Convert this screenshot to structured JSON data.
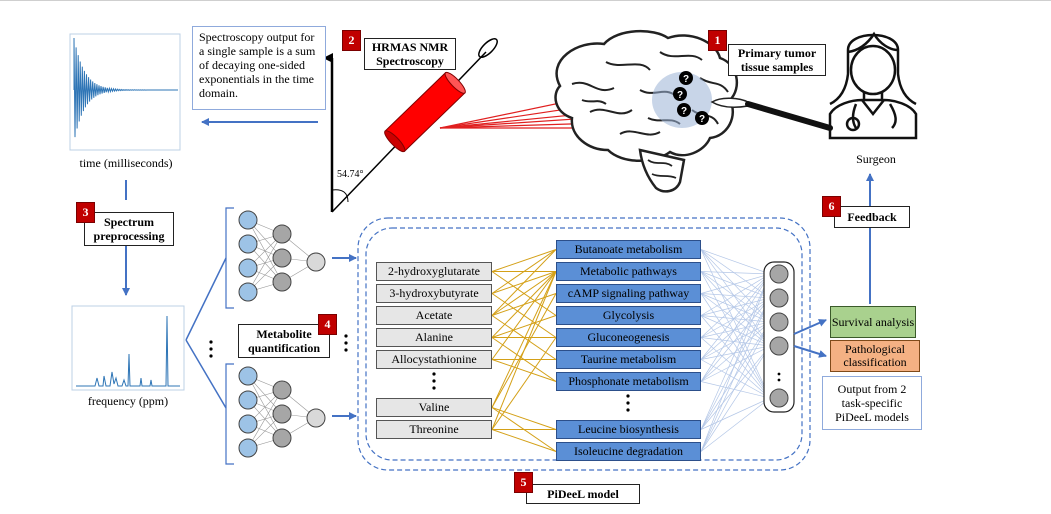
{
  "time_plot_caption": "time (milliseconds)",
  "freq_plot_caption": "frequency (ppm)",
  "spectroscopy_note": "Spectroscopy output for a single sample is a sum of decaying one-sided exponentials in the time domain.",
  "step_numbers": [
    "1",
    "2",
    "3",
    "4",
    "5",
    "6"
  ],
  "steps": {
    "nmr": "HRMAS NMR Spectroscopy",
    "tumor": "Primary tumor tissue samples",
    "preprocessing": "Spectrum preprocessing",
    "quantification": "Metabolite quantification",
    "model": "PiDeeL model",
    "feedback": "Feedback"
  },
  "angle_label": "54.74°",
  "surgeon_label": "Surgeon",
  "question_mark": "?",
  "metabolites": [
    "2-hydroxyglutarate",
    "3-hydroxybutyrate",
    "Acetate",
    "Alanine",
    "Allocystathionine",
    "Valine",
    "Threonine"
  ],
  "pathways": [
    "Butanoate metabolism",
    "Metabolic pathways",
    "cAMP signaling pathway",
    "Glycolysis",
    "Gluconeogenesis",
    "Taurine metabolism",
    "Phosphonate metabolism",
    "Leucine biosynthesis",
    "Isoleucine degradation"
  ],
  "outputs": {
    "survival": "Survival analysis",
    "pathological": "Pathological classification"
  },
  "output_note": "Output from 2 task-specific PiDeeL models",
  "colors": {
    "red_badge": "#c00000",
    "arrow_blue": "#4472c4",
    "metabolite_fill": "#e6e6e6",
    "pathway_fill": "#5b8fd6",
    "survival_fill": "#a9d18e",
    "pathological_fill": "#f4b183",
    "neuron_blue": "#9dc3e6",
    "neuron_gray": "#a6a6a6",
    "link_gold": "#d4a017"
  }
}
